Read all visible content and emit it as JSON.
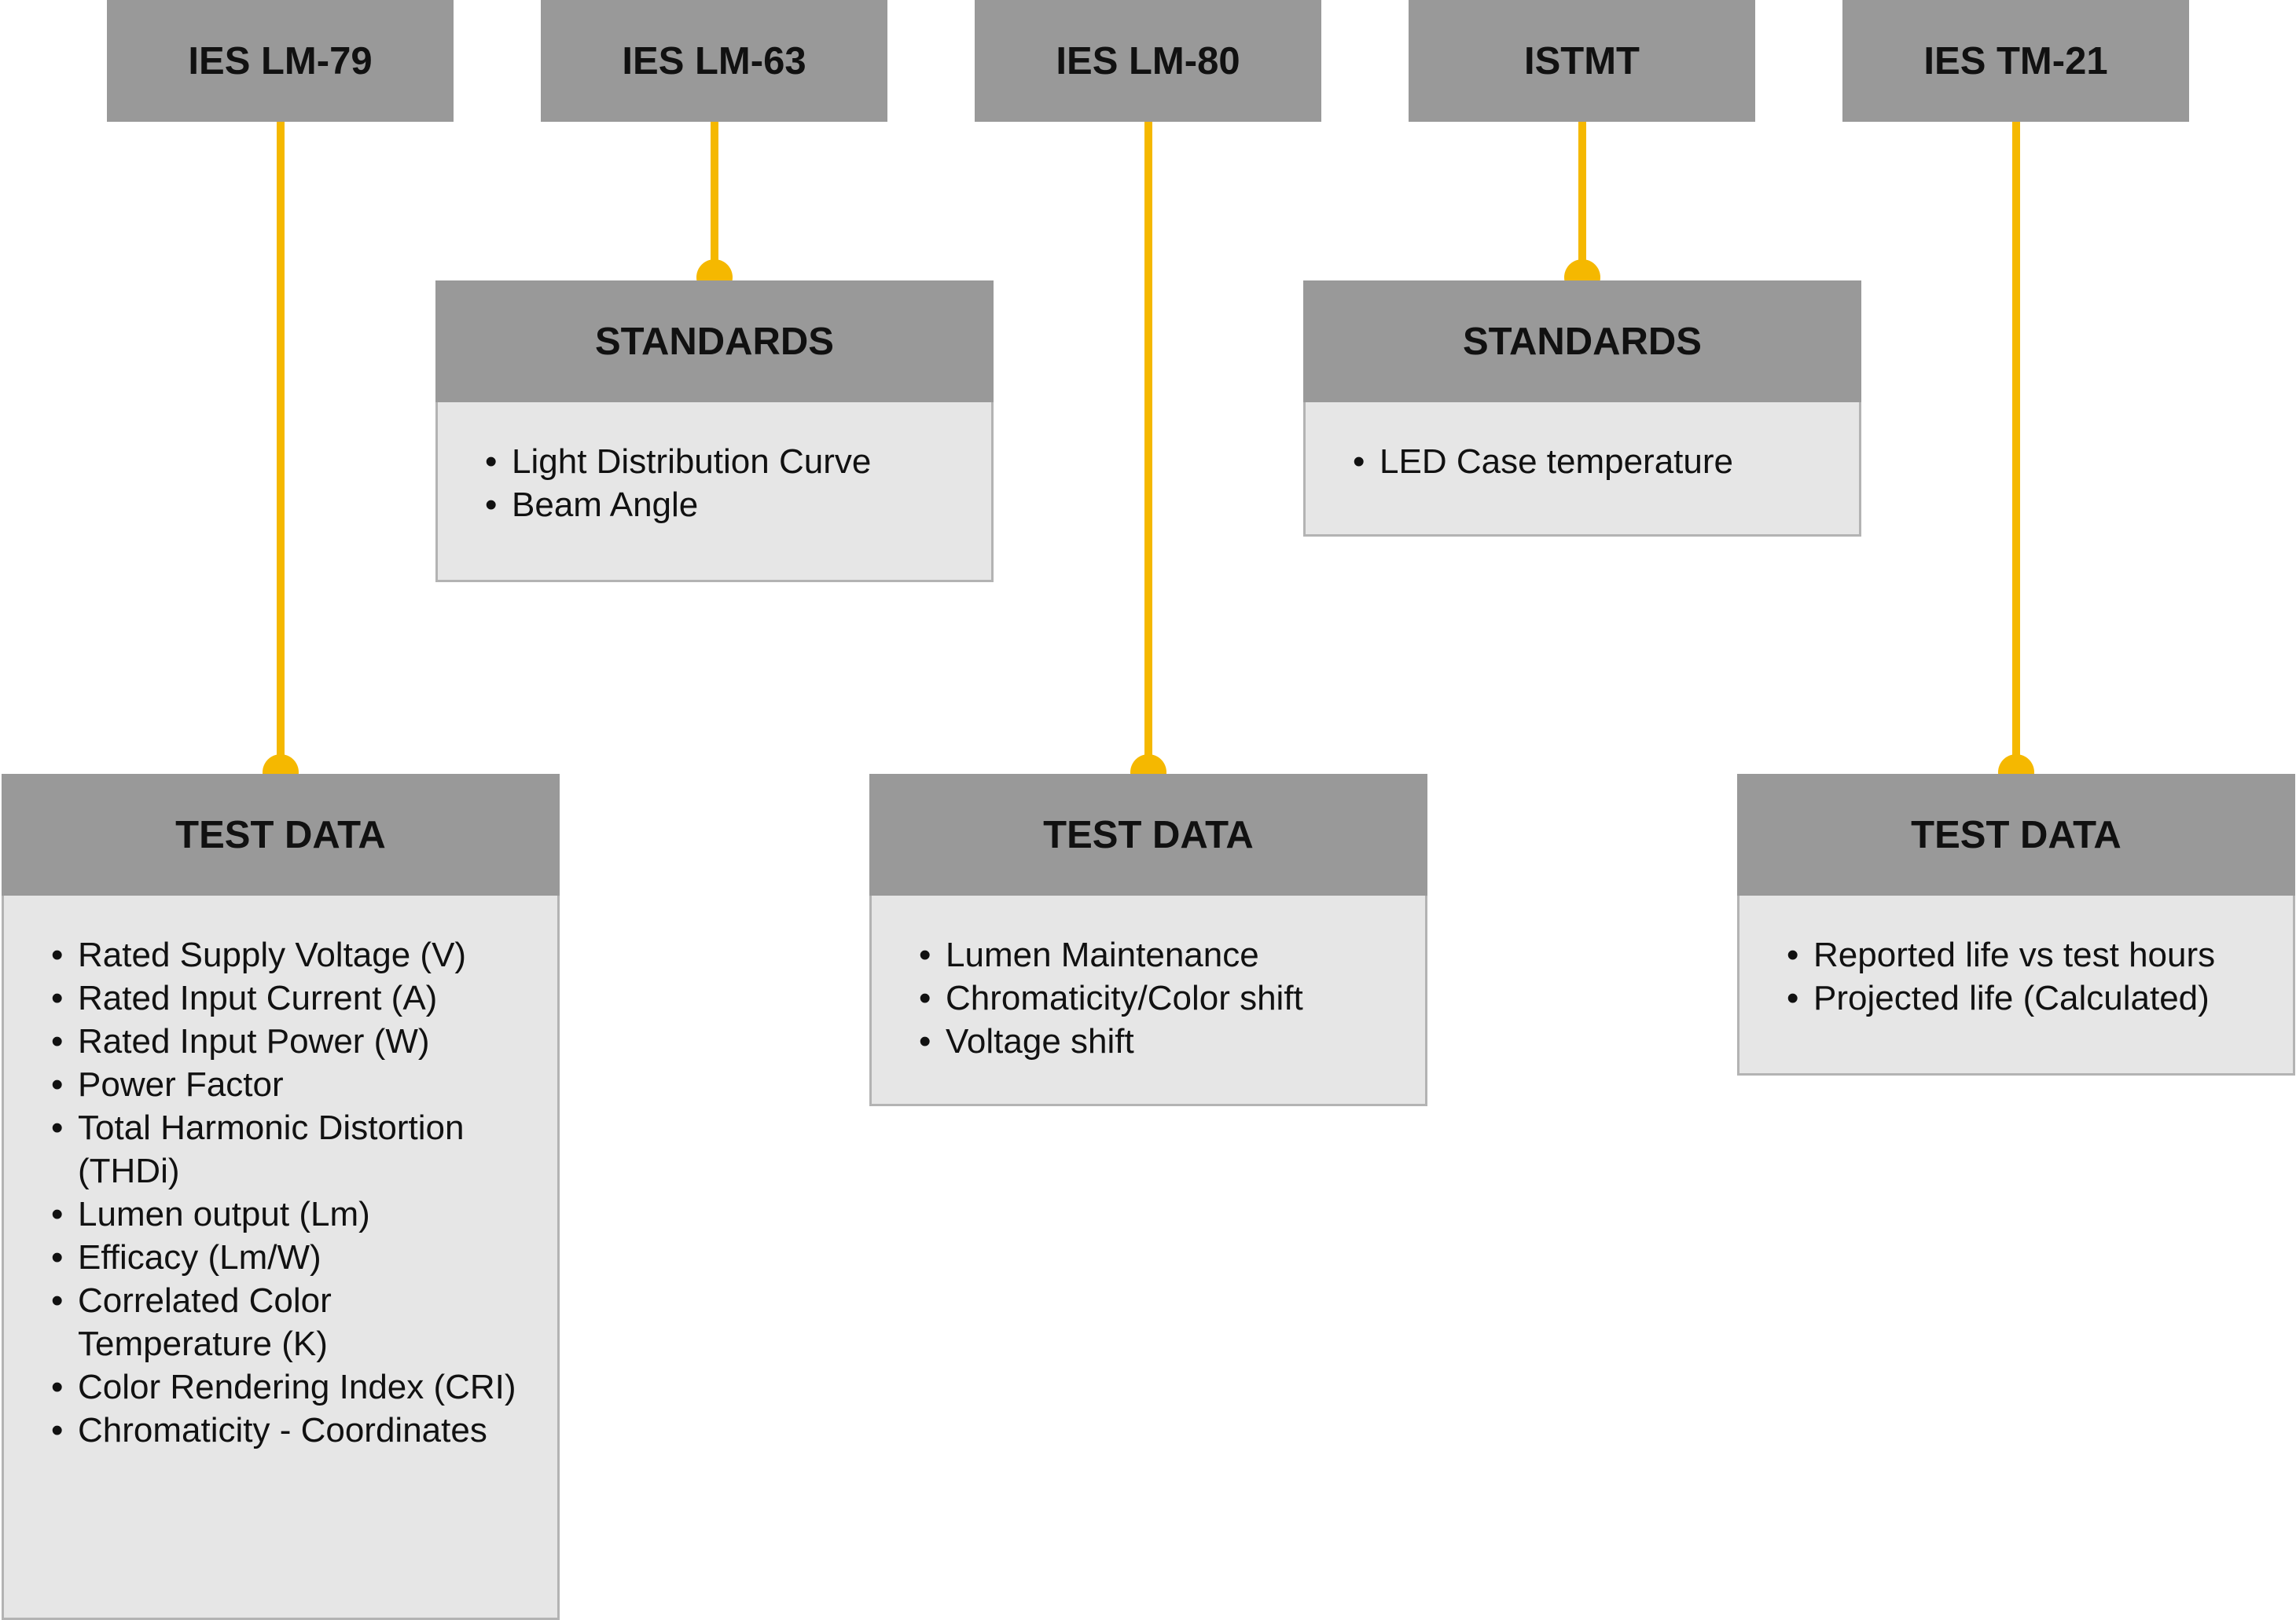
{
  "colors": {
    "connector": "#f5b800",
    "header_fill": "#999999",
    "body_fill": "#e6e6e6",
    "body_border": "#b3b3b3"
  },
  "standards": [
    {
      "label": "IES LM-79"
    },
    {
      "label": "IES LM-63"
    },
    {
      "label": "IES LM-80"
    },
    {
      "label": "ISTMT"
    },
    {
      "label": "IES TM-21"
    }
  ],
  "cards": {
    "lm79": {
      "title": "TEST DATA",
      "items": [
        "Rated Supply Voltage (V)",
        "Rated Input Current (A)",
        "Rated Input Power (W)",
        "Power Factor",
        "Total Harmonic Distortion (THDi)",
        "Lumen output (Lm)",
        "Efficacy (Lm/W)",
        "Correlated Color Temperature (K)",
        "Color Rendering Index (CRI)",
        "Chromaticity - Coordinates"
      ]
    },
    "lm63": {
      "title": "STANDARDS",
      "items": [
        "Light Distribution Curve",
        "Beam Angle"
      ]
    },
    "lm80": {
      "title": "TEST DATA",
      "items": [
        "Lumen Maintenance",
        "Chromaticity/Color shift",
        "Voltage shift"
      ]
    },
    "istmt": {
      "title": "STANDARDS",
      "items": [
        "LED Case temperature"
      ]
    },
    "tm21": {
      "title": "TEST DATA",
      "items": [
        "Reported life vs test hours",
        "Projected life (Calculated)"
      ]
    }
  }
}
